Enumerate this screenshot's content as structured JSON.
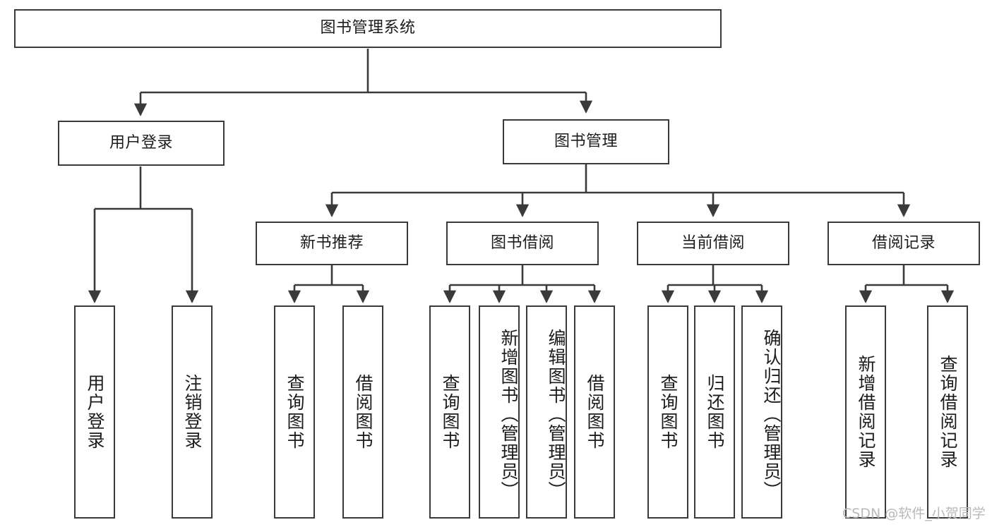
{
  "diagram": {
    "title": "图书管理系统",
    "type": "tree-hierarchy-diagram",
    "colors": {
      "border": "#3a3a3a",
      "fill": "#ffffff",
      "text": "#1c1c1c",
      "watermark": "#b9b9b9"
    },
    "root": {
      "label": "图书管理系统"
    },
    "level2": [
      {
        "label": "用户登录"
      },
      {
        "label": "图书管理"
      }
    ],
    "level3": [
      {
        "label": "新书推荐"
      },
      {
        "label": "图书借阅"
      },
      {
        "label": "当前借阅"
      },
      {
        "label": "借阅记录"
      }
    ],
    "leaves": {
      "user_login": [
        {
          "label": "用户登录"
        },
        {
          "label": "注销登录"
        }
      ],
      "new_book_recommend": [
        {
          "label": "查询图书"
        },
        {
          "label": "借阅图书"
        }
      ],
      "book_borrow": [
        {
          "label": "查询图书"
        },
        {
          "label": "新增图书（管理员）"
        },
        {
          "label": "编辑图书（管理员）"
        },
        {
          "label": "借阅图书"
        }
      ],
      "current_borrow": [
        {
          "label": "查询图书"
        },
        {
          "label": "归还图书"
        },
        {
          "label": "确认归还（管理员）"
        }
      ],
      "borrow_record": [
        {
          "label": "新增借阅记录"
        },
        {
          "label": "查询借阅记录"
        }
      ]
    }
  },
  "watermark": {
    "text": "CSDN @软件_小贺同学"
  }
}
